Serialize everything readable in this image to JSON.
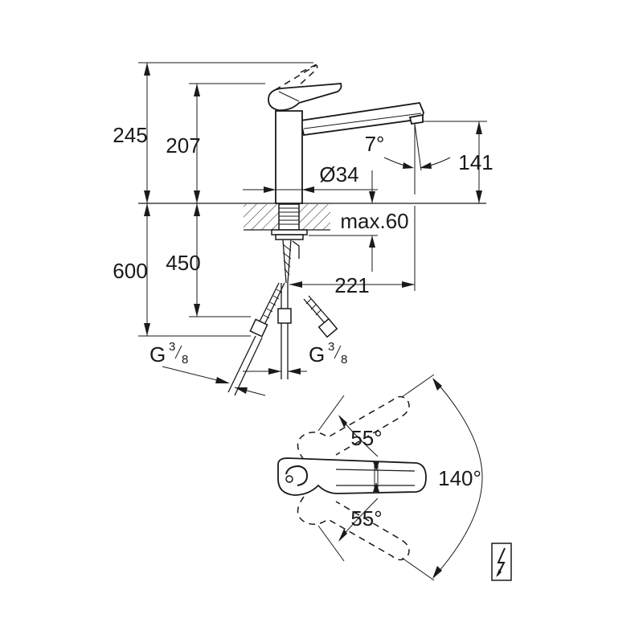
{
  "dimensions": {
    "total_height": "245",
    "spout_height": "207",
    "spout_angle": "7°",
    "outlet_height": "141",
    "diameter": "Ø34",
    "max_thickness": "max.60",
    "hose_length_total": "600",
    "hose_length_short": "450",
    "projection": "221"
  },
  "connections": {
    "left": {
      "g": "G",
      "num": "3",
      "den": "8"
    },
    "right": {
      "g": "G",
      "num": "3",
      "den": "8"
    }
  },
  "rotation": {
    "upper_angle": "55°",
    "lower_angle": "55°",
    "total_angle": "140°"
  }
}
